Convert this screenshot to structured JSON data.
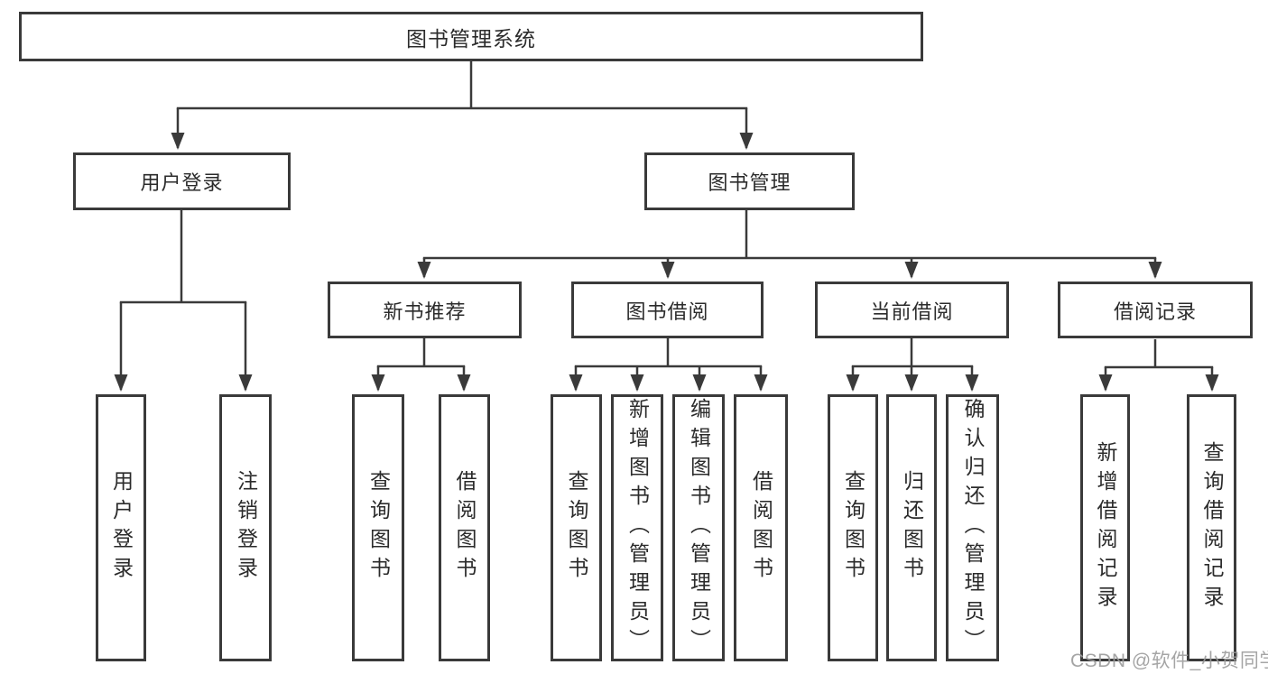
{
  "diagram": {
    "root": {
      "label": "图书管理系统"
    },
    "branches": [
      {
        "label": "用户登录",
        "children": [
          {
            "label": "用户登录"
          },
          {
            "label": "注销登录"
          }
        ]
      },
      {
        "label": "图书管理",
        "children": [
          {
            "label": "新书推荐",
            "children": [
              {
                "label": "查询图书"
              },
              {
                "label": "借阅图书"
              }
            ]
          },
          {
            "label": "图书借阅",
            "children": [
              {
                "label": "查询图书"
              },
              {
                "label": "新增图书（管理员）"
              },
              {
                "label": "编辑图书（管理员）"
              },
              {
                "label": "借阅图书"
              }
            ]
          },
          {
            "label": "当前借阅",
            "children": [
              {
                "label": "查询图书"
              },
              {
                "label": "归还图书"
              },
              {
                "label": "确认归还（管理员）"
              }
            ]
          },
          {
            "label": "借阅记录",
            "children": [
              {
                "label": "新增借阅记录"
              },
              {
                "label": "查询借阅记录"
              }
            ]
          }
        ]
      }
    ]
  },
  "watermark": {
    "text": "CSDN @软件_小贺同学"
  },
  "colors": {
    "line": "#3a3a3a",
    "box_border": "#3a3a3a",
    "text": "#2b2b2b",
    "watermark": "#9c9c9c",
    "background": "#ffffff"
  }
}
